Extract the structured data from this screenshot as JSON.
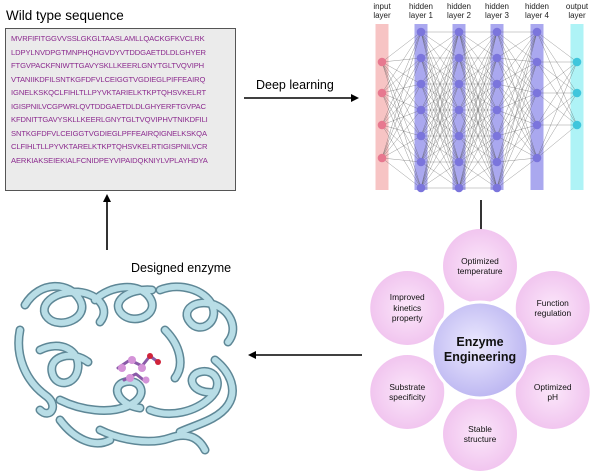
{
  "sequence": {
    "title": "Wild type sequence",
    "lines": [
      "MVRFIFITGGVVSSLGKGLTAASLAMLLQACKGFKVCLRK",
      "LDPYLNVDPGTMNPHQHGVDYVTDDGAETDLDLGHYER",
      "FTGVPACKFNIWTTGAVYSKLLKEERLGNYTGLTVQVIPH",
      "VTANIIKDFILSNTKGFDFVLCEIGGTVGDIEGLPIFFEAIRQ",
      "IGNELKSKQCLFIHLTLLPYVKTARIELKTKPTQHSVKELRT",
      "IGISPNILVCGPWRLQVTDDGAETDLDLGHYERFTGVPAC",
      "KFDNITTGAVYSKLLKEERLGNYTGLTVQVIPHVTNIKDFILI",
      "SNTKGFDFVLCEIGGTVGDIEGLPFFEAIRQIGNELKSKQA",
      "CLFIHLTLLPYVKTARELKTKPTQHSVKELRTIGISPNILVCR",
      "AERKIAKSEIEKIALFCNIDPEYVIPAIDQKNIYLVPLAYHDYA"
    ]
  },
  "labels": {
    "deep_learning": "Deep learning",
    "designed_enzyme": "Designed enzyme"
  },
  "network": {
    "layers": [
      {
        "name": "input\nlayer",
        "nodes": 4
      },
      {
        "name": "hidden\nlayer 1",
        "nodes": 7
      },
      {
        "name": "hidden\nlayer 2",
        "nodes": 7
      },
      {
        "name": "hidden\nlayer 3",
        "nodes": 7
      },
      {
        "name": "hidden\nlayer 4",
        "nodes": 5
      },
      {
        "name": "output\nlayer",
        "nodes": 3
      }
    ],
    "colors": {
      "input_bar": "#f7c4c4",
      "input_node": "#e7788f",
      "hidden_bar": "#aaa8ef",
      "hidden_node": "#7b75dc",
      "output_bar": "#aef3f6",
      "output_node": "#3fc6dc",
      "edge": "#555555"
    }
  },
  "engineering": {
    "center": "Enzyme\nEngineering",
    "petals": [
      "Optimized\ntemperature",
      "Function\nregulation",
      "Optimized\npH",
      "Stable\nstructure",
      "Substrate\nspecificity",
      "Improved\nkinetics\nproperty"
    ],
    "colors": {
      "petal": "#f0c2ee",
      "center": "#b9b3f0"
    }
  }
}
